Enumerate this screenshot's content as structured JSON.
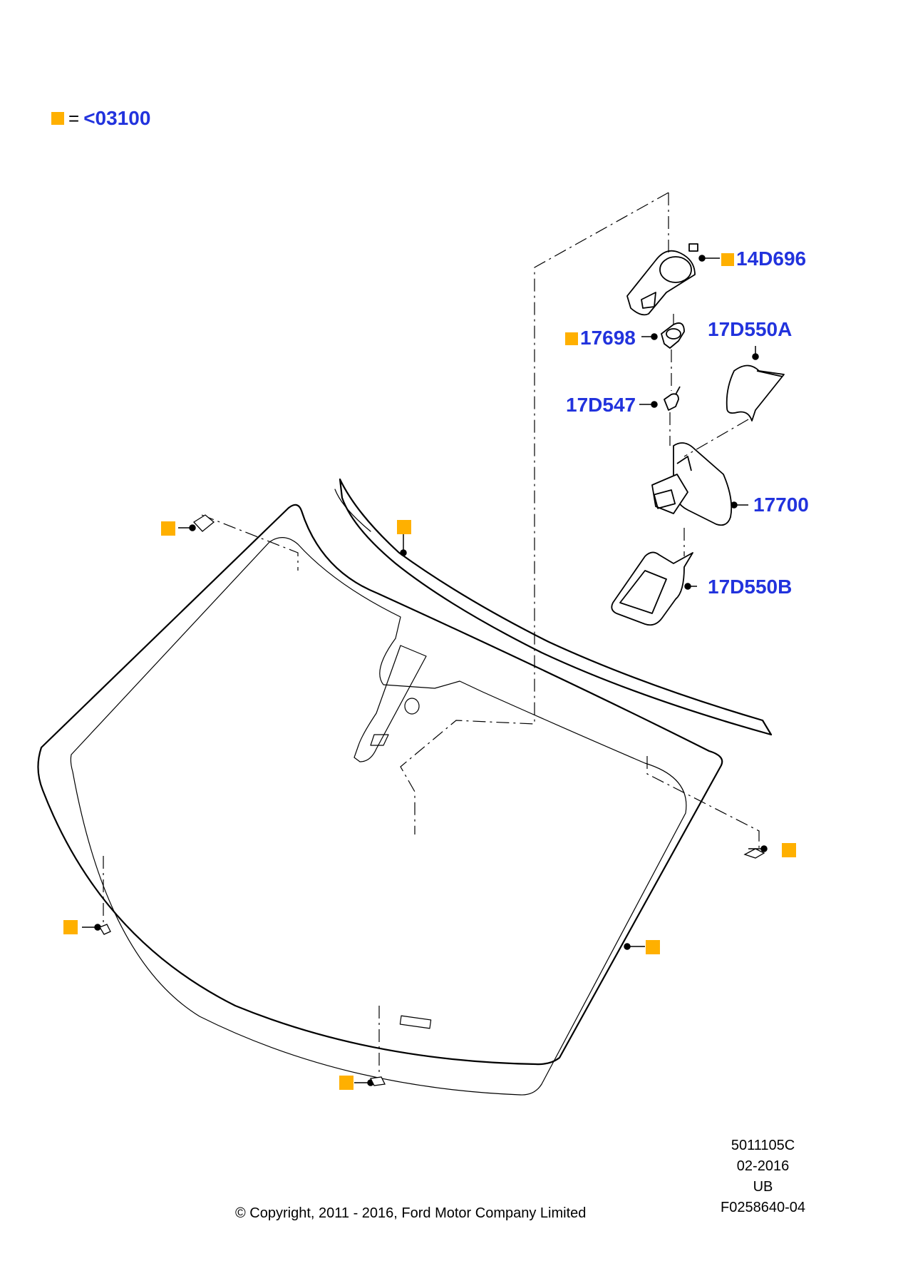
{
  "legend": {
    "marker_color": "#ffb000",
    "equals": "=",
    "code": "<03100"
  },
  "parts": {
    "p14D696": "14D696",
    "p17698": "17698",
    "p17D550A": "17D550A",
    "p17D547": "17D547",
    "p17700": "17700",
    "p17D550B": "17D550B"
  },
  "info": {
    "line1": "5011105C",
    "line2": "02-2016",
    "line3": "UB",
    "line4": "F0258640-04"
  },
  "copyright": "© Copyright, 2011 - 2016, Ford Motor Company Limited",
  "colors": {
    "label_blue": "#2233dd",
    "marker_orange": "#ffb000"
  }
}
